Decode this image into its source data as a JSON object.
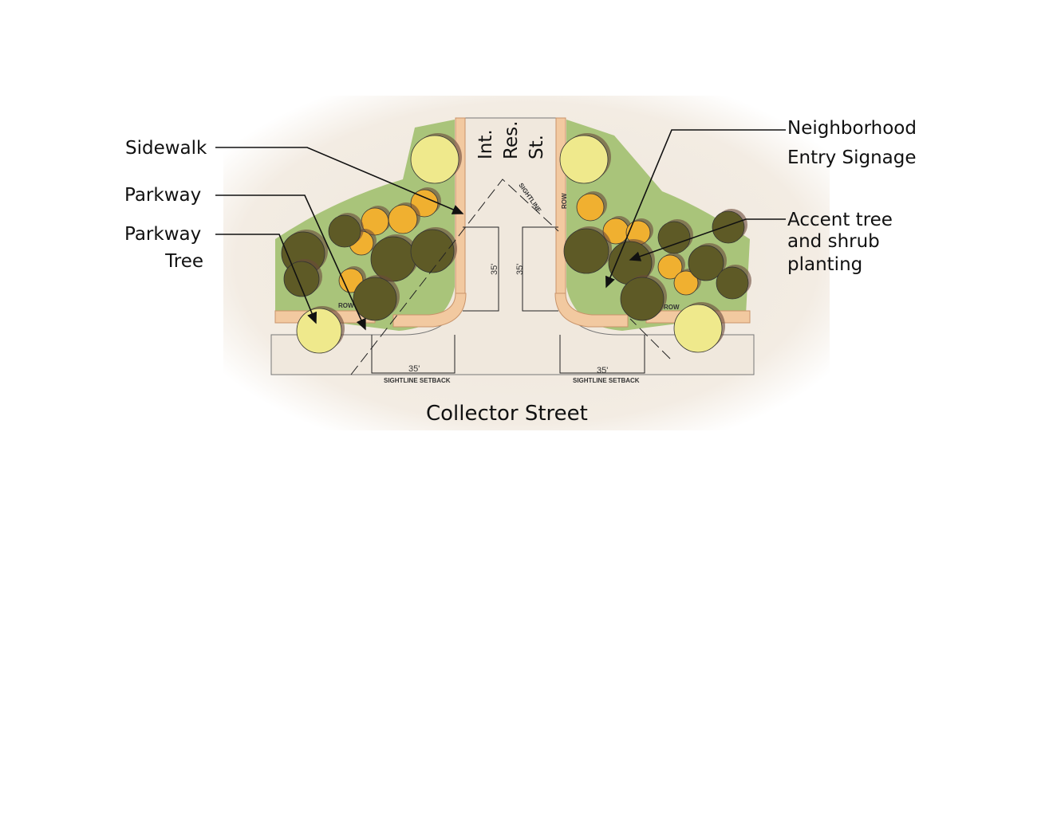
{
  "diagram": {
    "street_labels": {
      "side_street": [
        "Int.",
        "Res.",
        "St."
      ],
      "main_street": "Collector Street"
    },
    "callouts": {
      "sidewalk": "Sidewalk",
      "parkway": "Parkway",
      "parkway_tree": [
        "Parkway",
        "Tree"
      ],
      "entry_signage": [
        "Neighborhood",
        "Entry Signage"
      ],
      "accent_planting": [
        "Accent tree",
        "and shrub",
        "planting"
      ]
    },
    "dimensions": {
      "vertical_left": "35'",
      "vertical_right": "35'",
      "setback_left": "35'",
      "setback_right": "35'",
      "setback_label": "SIGHTLINE SETBACK",
      "sightline_label": "SIGHTLINE",
      "row_label": "ROW"
    },
    "colors": {
      "pavement": "#efe7dc",
      "sidewalk": "#f2c9a0",
      "shrub": "#7fa24f",
      "dark_tree": "#5e5a26",
      "accent_tree": "#f0b030",
      "parkway_tree": "#efe98c"
    }
  }
}
